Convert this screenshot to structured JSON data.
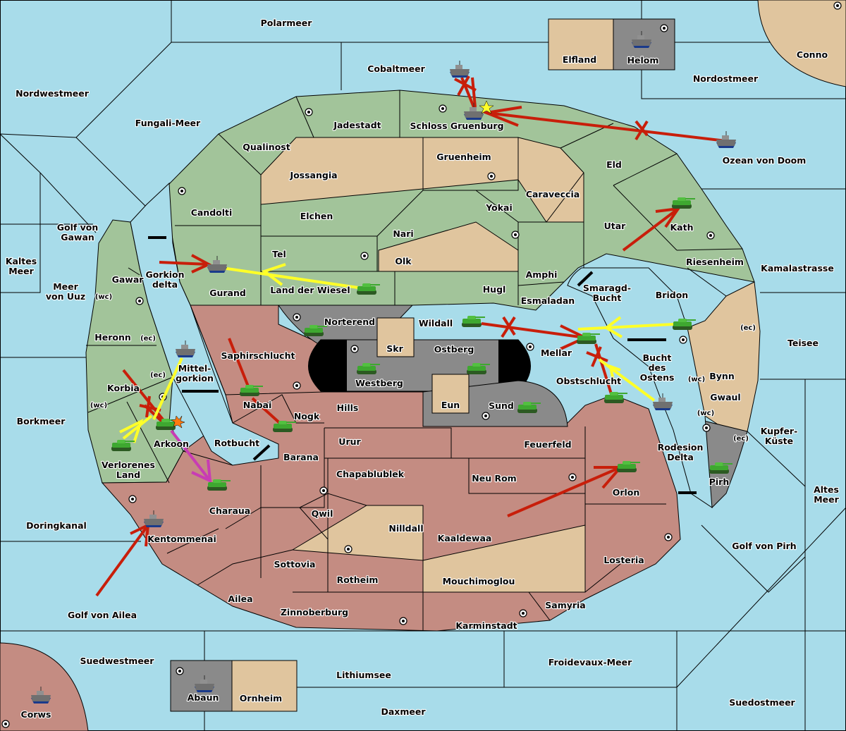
{
  "map": {
    "title": "Diplomacy-style map",
    "colors": {
      "sea": "#a8dcea",
      "green_power": "#a2c49a",
      "red_power": "#c48c82",
      "neutral": "#e0c59e",
      "grey_power": "#8a8a8a",
      "order_move": "#c81e0a",
      "order_support": "#ffff28",
      "order_retreat": "#c83cb4"
    },
    "seas": {
      "polarmeer": "Polarmeer",
      "nordwestmeer": "Nordwestmeer",
      "fungali": "Fungali-Meer",
      "cobaltmeer": "Cobaltmeer",
      "nordostmeer": "Nordostmeer",
      "ozean": "Ozean von Doom",
      "golf_gawan_1": "Golf von",
      "golf_gawan_2": "Gawan",
      "kaltes_1": "Kaltes",
      "kaltes_2": "Meer",
      "uuz_1": "Meer",
      "uuz_2": "von Uuz",
      "gorkion_1": "Gorkion",
      "gorkion_2": "delta",
      "mittel_1": "Mittel-",
      "mittel_2": "gorkion",
      "borkmeer": "Borkmeer",
      "rotbucht": "Rotbucht",
      "doringkanal": "Doringkanal",
      "golf_ailea": "Golf von Ailea",
      "suedwestmeer": "Suedwestmeer",
      "lithiumsee": "Lithiumsee",
      "daxmeer": "Daxmeer",
      "froidevaux": "Froidevaux-Meer",
      "suedostmeer": "Suedostmeer",
      "golf_pirh": "Golf von Pirh",
      "altes_1": "Altes",
      "altes_2": "Meer",
      "kupfer_1": "Kupfer-",
      "kupfer_2": "Küste",
      "teisee": "Teisee",
      "kamalastrasse": "Kamalastrasse",
      "smaragd_1": "Smaragd-",
      "smaragd_2": "Bucht",
      "bucht_1": "Bucht",
      "bucht_2": "des",
      "bucht_3": "Ostens",
      "rodesion_1": "Rodesion",
      "rodesion_2": "Delta"
    },
    "provinces": {
      "elfland": "Elfland",
      "helom": "Helom",
      "conno": "Conno",
      "jadestadt": "Jadestadt",
      "schloss": "Schloss Gruenburg",
      "qualinost": "Qualinost",
      "jossangia": "Jossangia",
      "gruenheim": "Gruenheim",
      "caraveccia": "Caraveccia",
      "eld": "Eld",
      "candolti": "Candolti",
      "elchen": "Elchen",
      "yokai": "Yokai",
      "utar": "Utar",
      "kath": "Kath",
      "nari": "Nari",
      "tel": "Tel",
      "olk": "Olk",
      "amphi": "Amphi",
      "riesenheim": "Riesenheim",
      "gurand": "Gurand",
      "land_wiesel": "Land der Wiesel",
      "hugl": "Hugl",
      "bridon": "Bridon",
      "esmaladan": "Esmaladan",
      "gawar": "Gawar",
      "heronn": "Heronn",
      "korbia": "Korbia",
      "arkoon": "Arkoon",
      "verlorenes_1": "Verlorenes",
      "verlorenes_2": "Land",
      "norterend": "Norterend",
      "wildall": "Wildall",
      "skr": "Skr",
      "ostberg": "Ostberg",
      "westberg": "Westberg",
      "eun": "Eun",
      "sund": "Sund",
      "mellar": "Mellar",
      "obstschlucht": "Obstschlucht",
      "saphirschlucht": "Saphirschlucht",
      "nabai": "Nabai",
      "nogk": "Nogk",
      "hills": "Hills",
      "bynn": "Bynn",
      "gwaul": "Gwaul",
      "pirh": "Pirh",
      "urur": "Urur",
      "feuerfeld": "Feuerfeld",
      "barana": "Barana",
      "chapablublek": "Chapablublek",
      "neu_rom": "Neu Rom",
      "orlon": "Orlon",
      "charaua": "Charaua",
      "qwil": "Qwil",
      "nilldall": "Nilldall",
      "kentommenai": "Kentommenai",
      "kaaldewaa": "Kaaldewaa",
      "losteria": "Losteria",
      "sottovia": "Sottovia",
      "rotheim": "Rotheim",
      "mouchimoglou": "Mouchimoglou",
      "ailea": "Ailea",
      "samyria": "Samyria",
      "zinnoberburg": "Zinnoberburg",
      "karminstadt": "Karminstadt",
      "abaun": "Abaun",
      "ornheim": "Ornheim",
      "corws": "Corws"
    },
    "coasts": {
      "wc": "(wc)",
      "ec": "(ec)"
    }
  }
}
